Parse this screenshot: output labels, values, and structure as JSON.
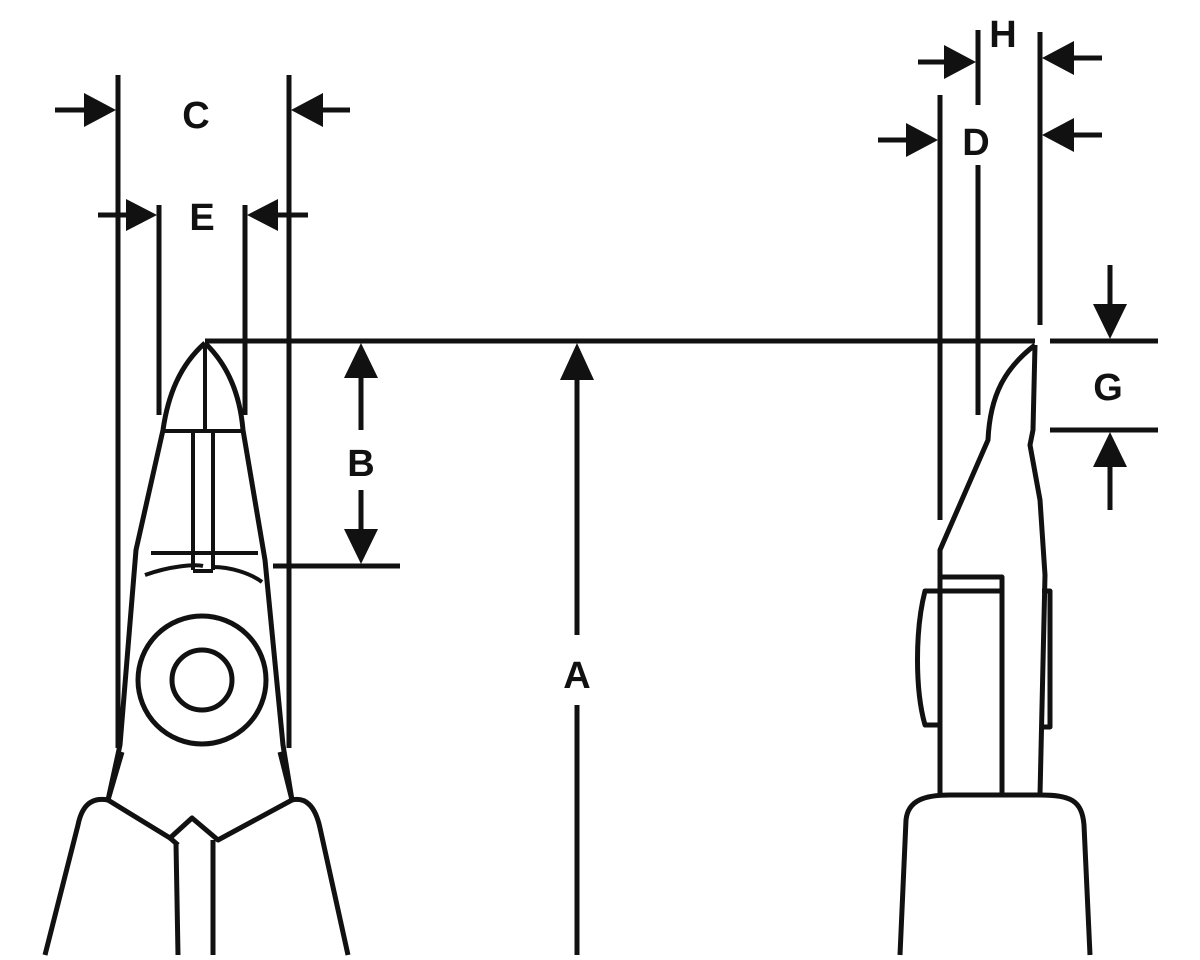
{
  "labels": {
    "a": "A",
    "b": "B",
    "c": "C",
    "d": "D",
    "e": "E",
    "g": "G",
    "h": "H"
  },
  "colors": {
    "stroke": "#111111",
    "background": "#ffffff"
  }
}
